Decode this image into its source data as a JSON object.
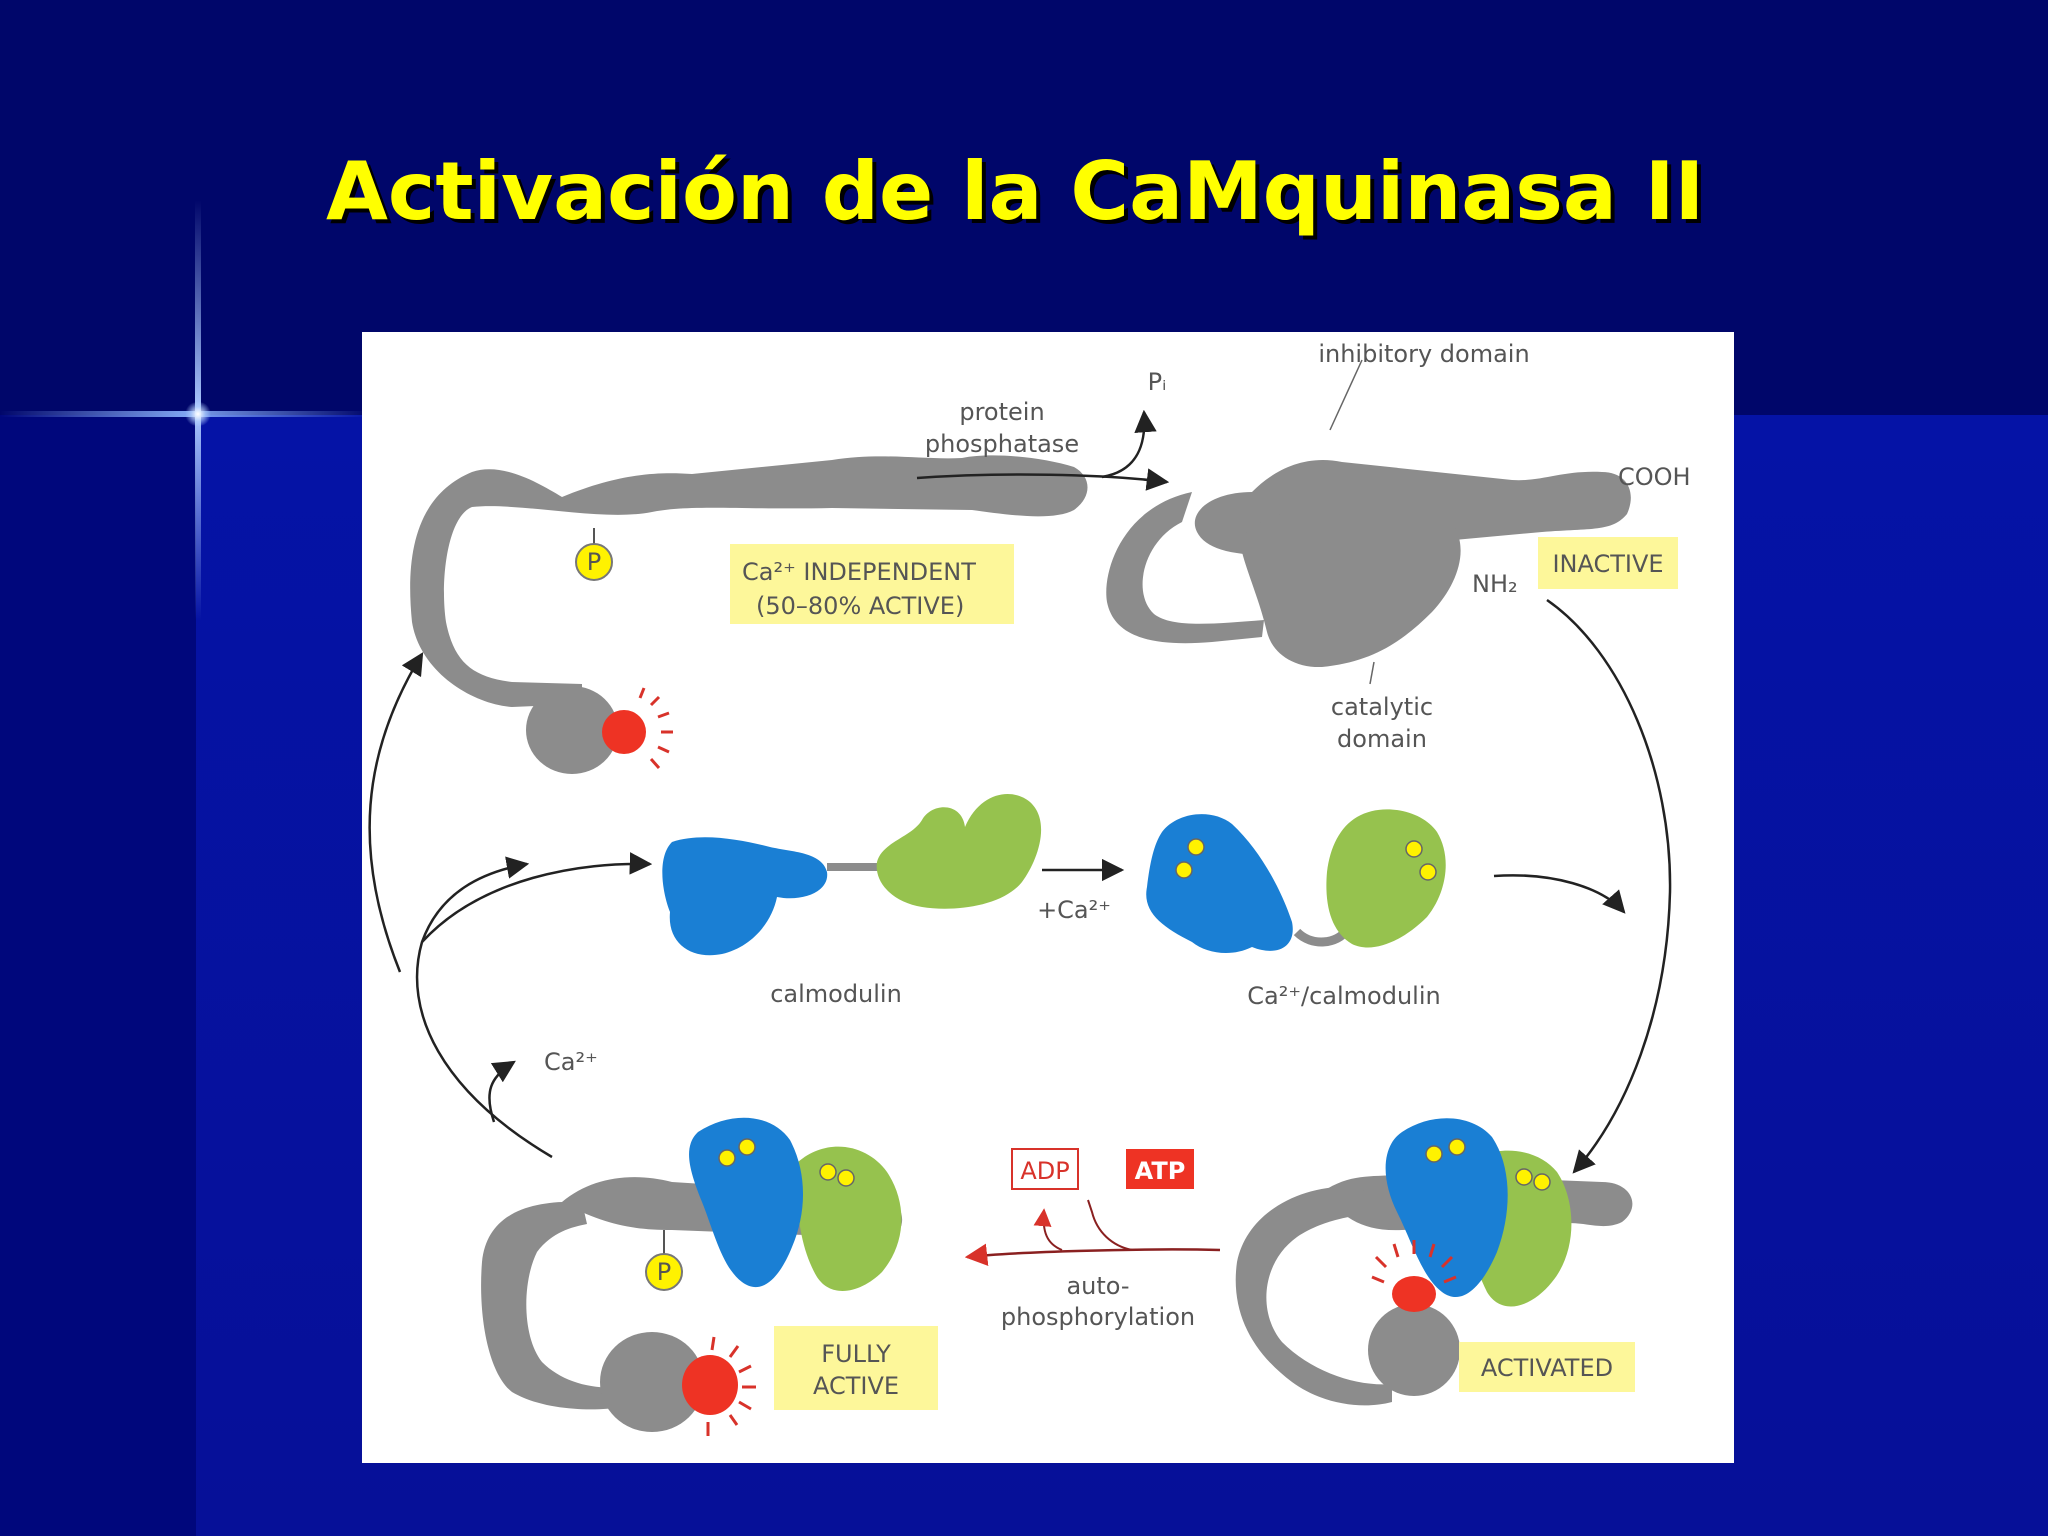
{
  "slide": {
    "title": "Activación de la CaMquinasa II"
  },
  "diagram": {
    "labels": {
      "protein": "protein",
      "phosphatase": "phosphatase",
      "pi": "Pᵢ",
      "inhibitory_domain": "inhibitory domain",
      "cooh": "COOH",
      "nh2": "NH₂",
      "inactive": "INACTIVE",
      "catalytic": "catalytic",
      "domain": "domain",
      "ca_independent": "Ca²⁺ INDEPENDENT",
      "percent_active": "(50–80% ACTIVE)",
      "phosphate": "P",
      "calmodulin": "calmodulin",
      "plus_ca": "+Ca²⁺",
      "ca_calmodulin": "Ca²⁺/calmodulin",
      "ca_release": "Ca²⁺",
      "adp": "ADP",
      "atp": "ATP",
      "auto": "auto-",
      "phosphorylation": "phosphorylation",
      "fully": "FULLY",
      "active": "ACTIVE",
      "activated": "ACTIVATED"
    },
    "colors": {
      "kinase": "#8c8c8c",
      "calmodulin_n": "#1a7fd4",
      "calmodulin_c": "#96c24e",
      "calcium": "#fff200",
      "active_site": "#ee3324",
      "label_box": "#fdf79a",
      "atp_box": "#ee3324"
    }
  }
}
